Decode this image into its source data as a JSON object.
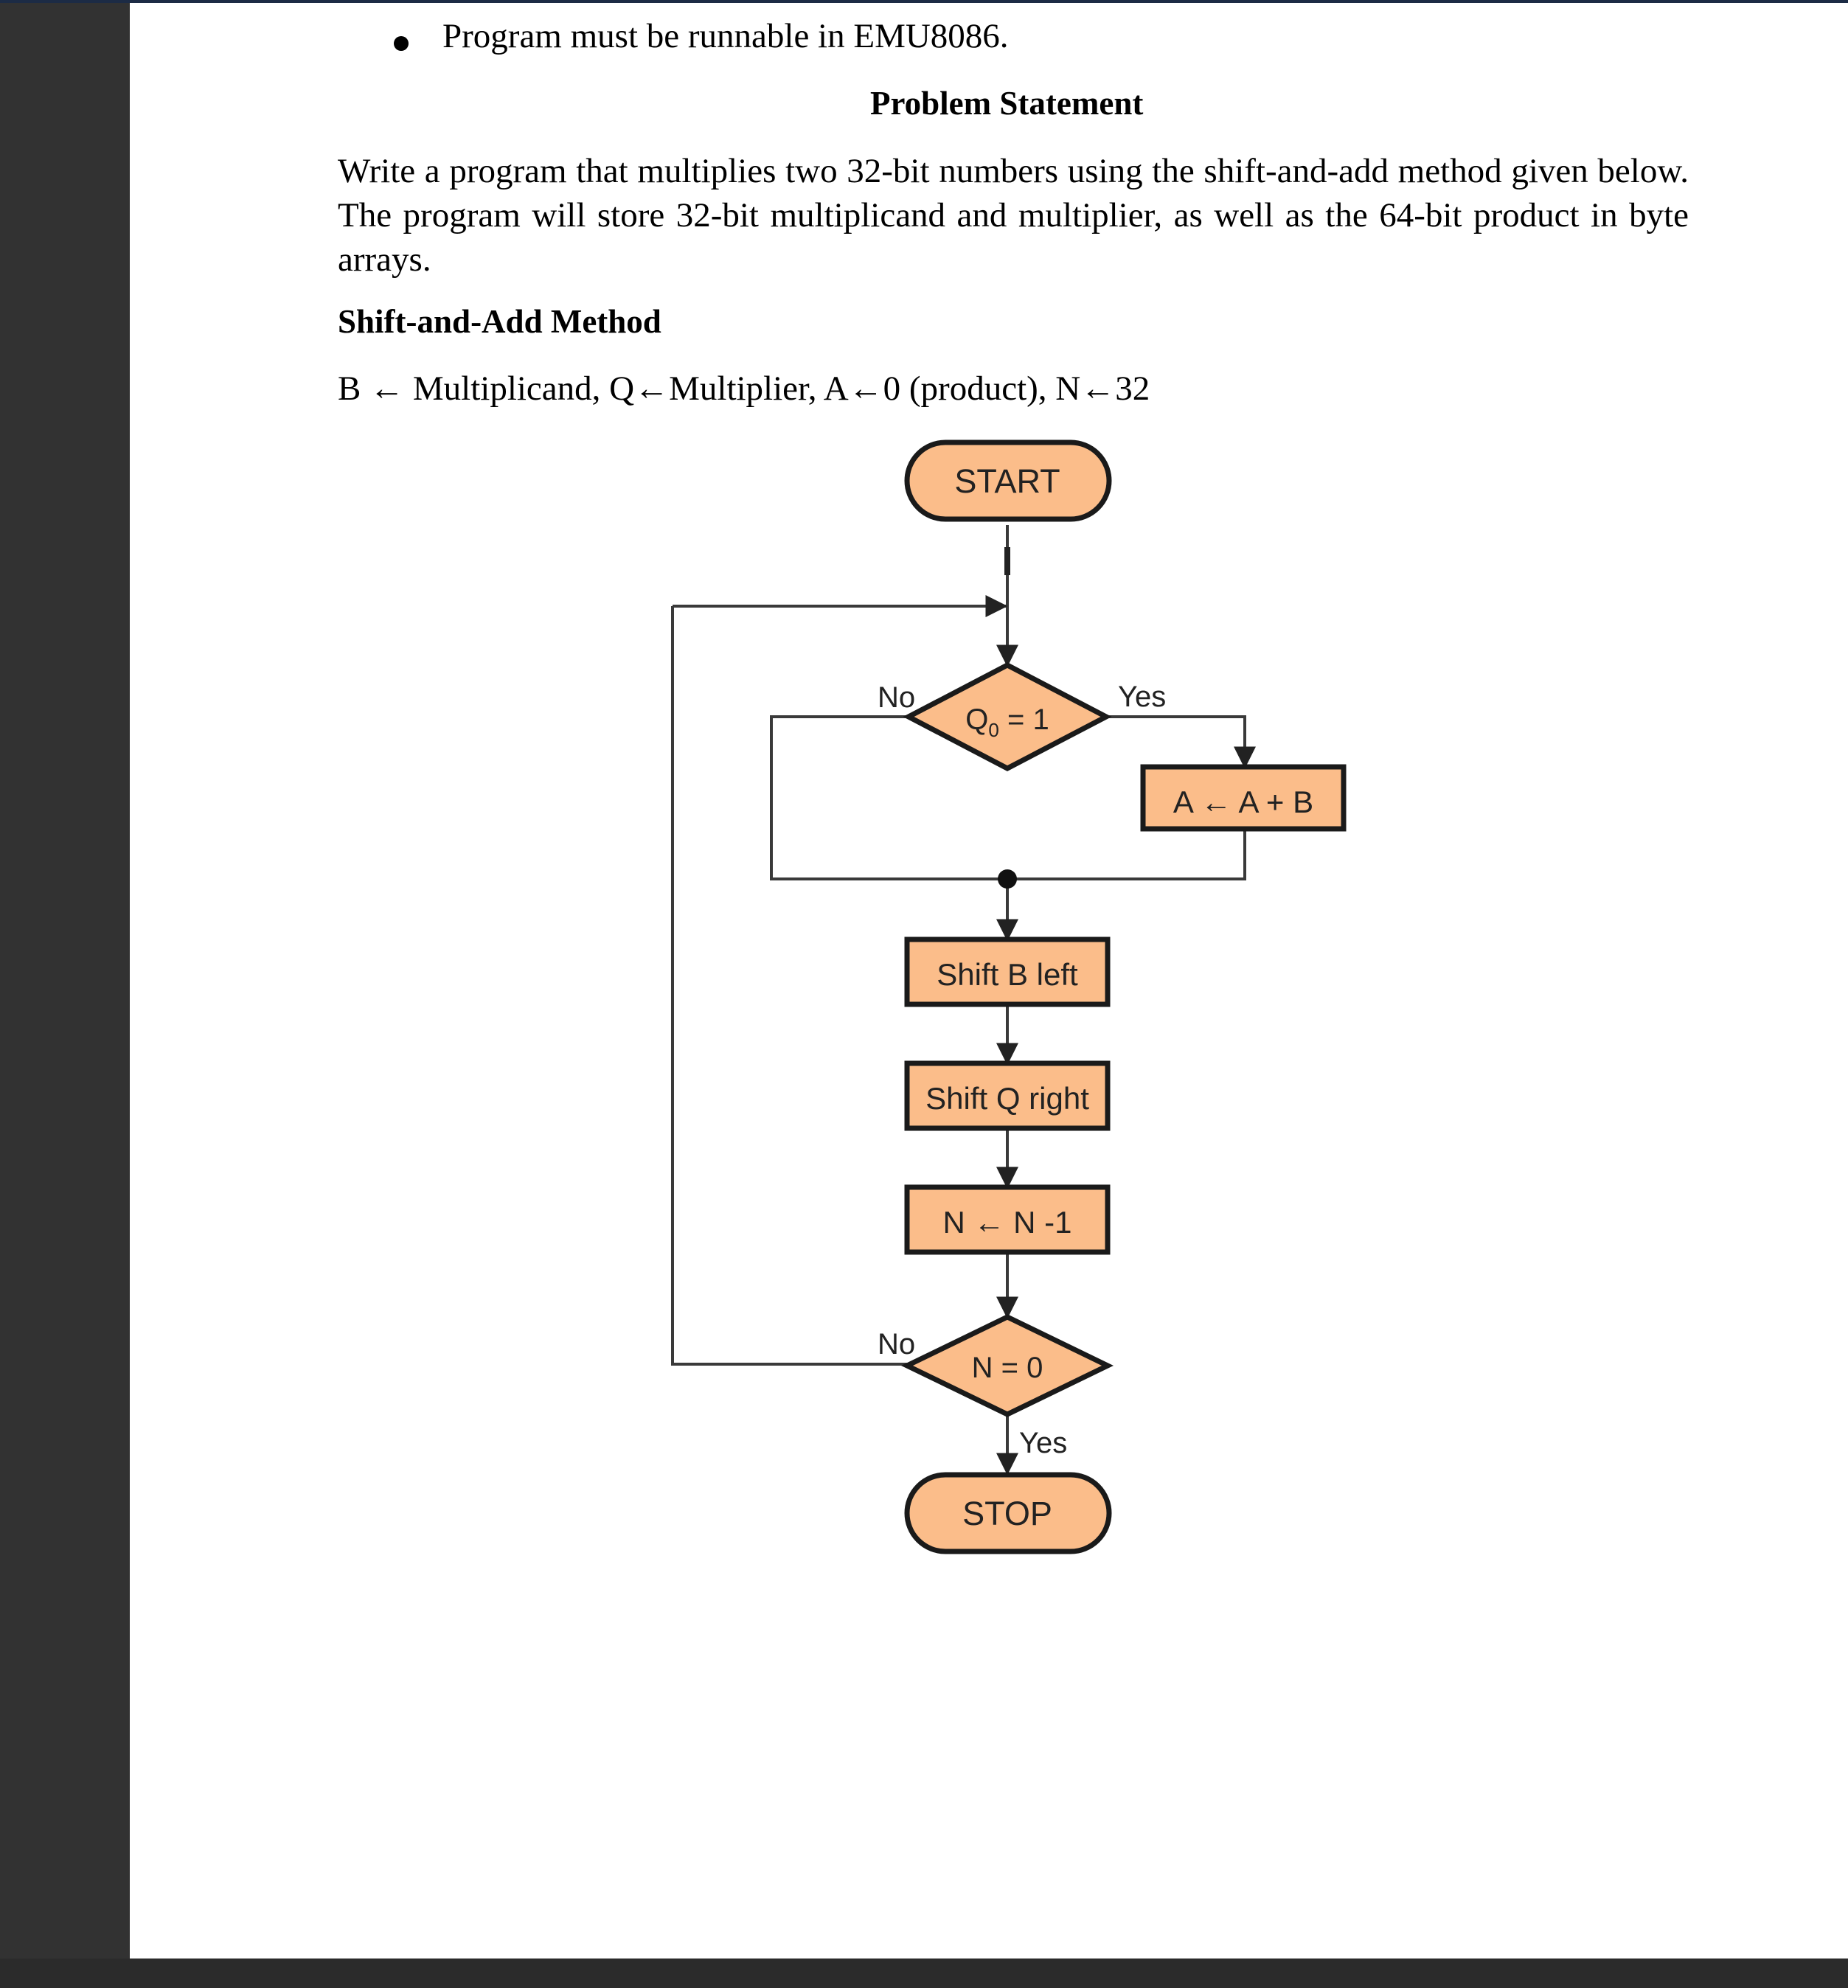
{
  "document": {
    "bullet": "Program must be runnable in EMU8086.",
    "heading": "Problem Statement",
    "paragraph": "Write a program that multiplies two 32-bit numbers using the shift-and-add method given below. The program will store 32-bit multiplicand and multiplier, as well as the 64-bit product in byte arrays.",
    "subheading": "Shift-and-Add Method",
    "init_line": "B ← Multiplicand, Q←Multiplier, A←0 (product), N←32"
  },
  "flowchart": {
    "start": "START",
    "decision1_main": "Q",
    "decision1_sub": "0",
    "decision1_rest": " = 1",
    "decision1_yes": "Yes",
    "decision1_no": "No",
    "add_step": "A ← A + B",
    "shift_b": "Shift B left",
    "shift_q": "Shift Q right",
    "decrement": "N ← N -1",
    "decision2": "N = 0",
    "decision2_yes": "Yes",
    "decision2_no": "No",
    "stop": "STOP"
  },
  "colors": {
    "node_fill": "#fbbd8a",
    "node_stroke": "#1a1a1a",
    "line": "#3a3a3a"
  }
}
